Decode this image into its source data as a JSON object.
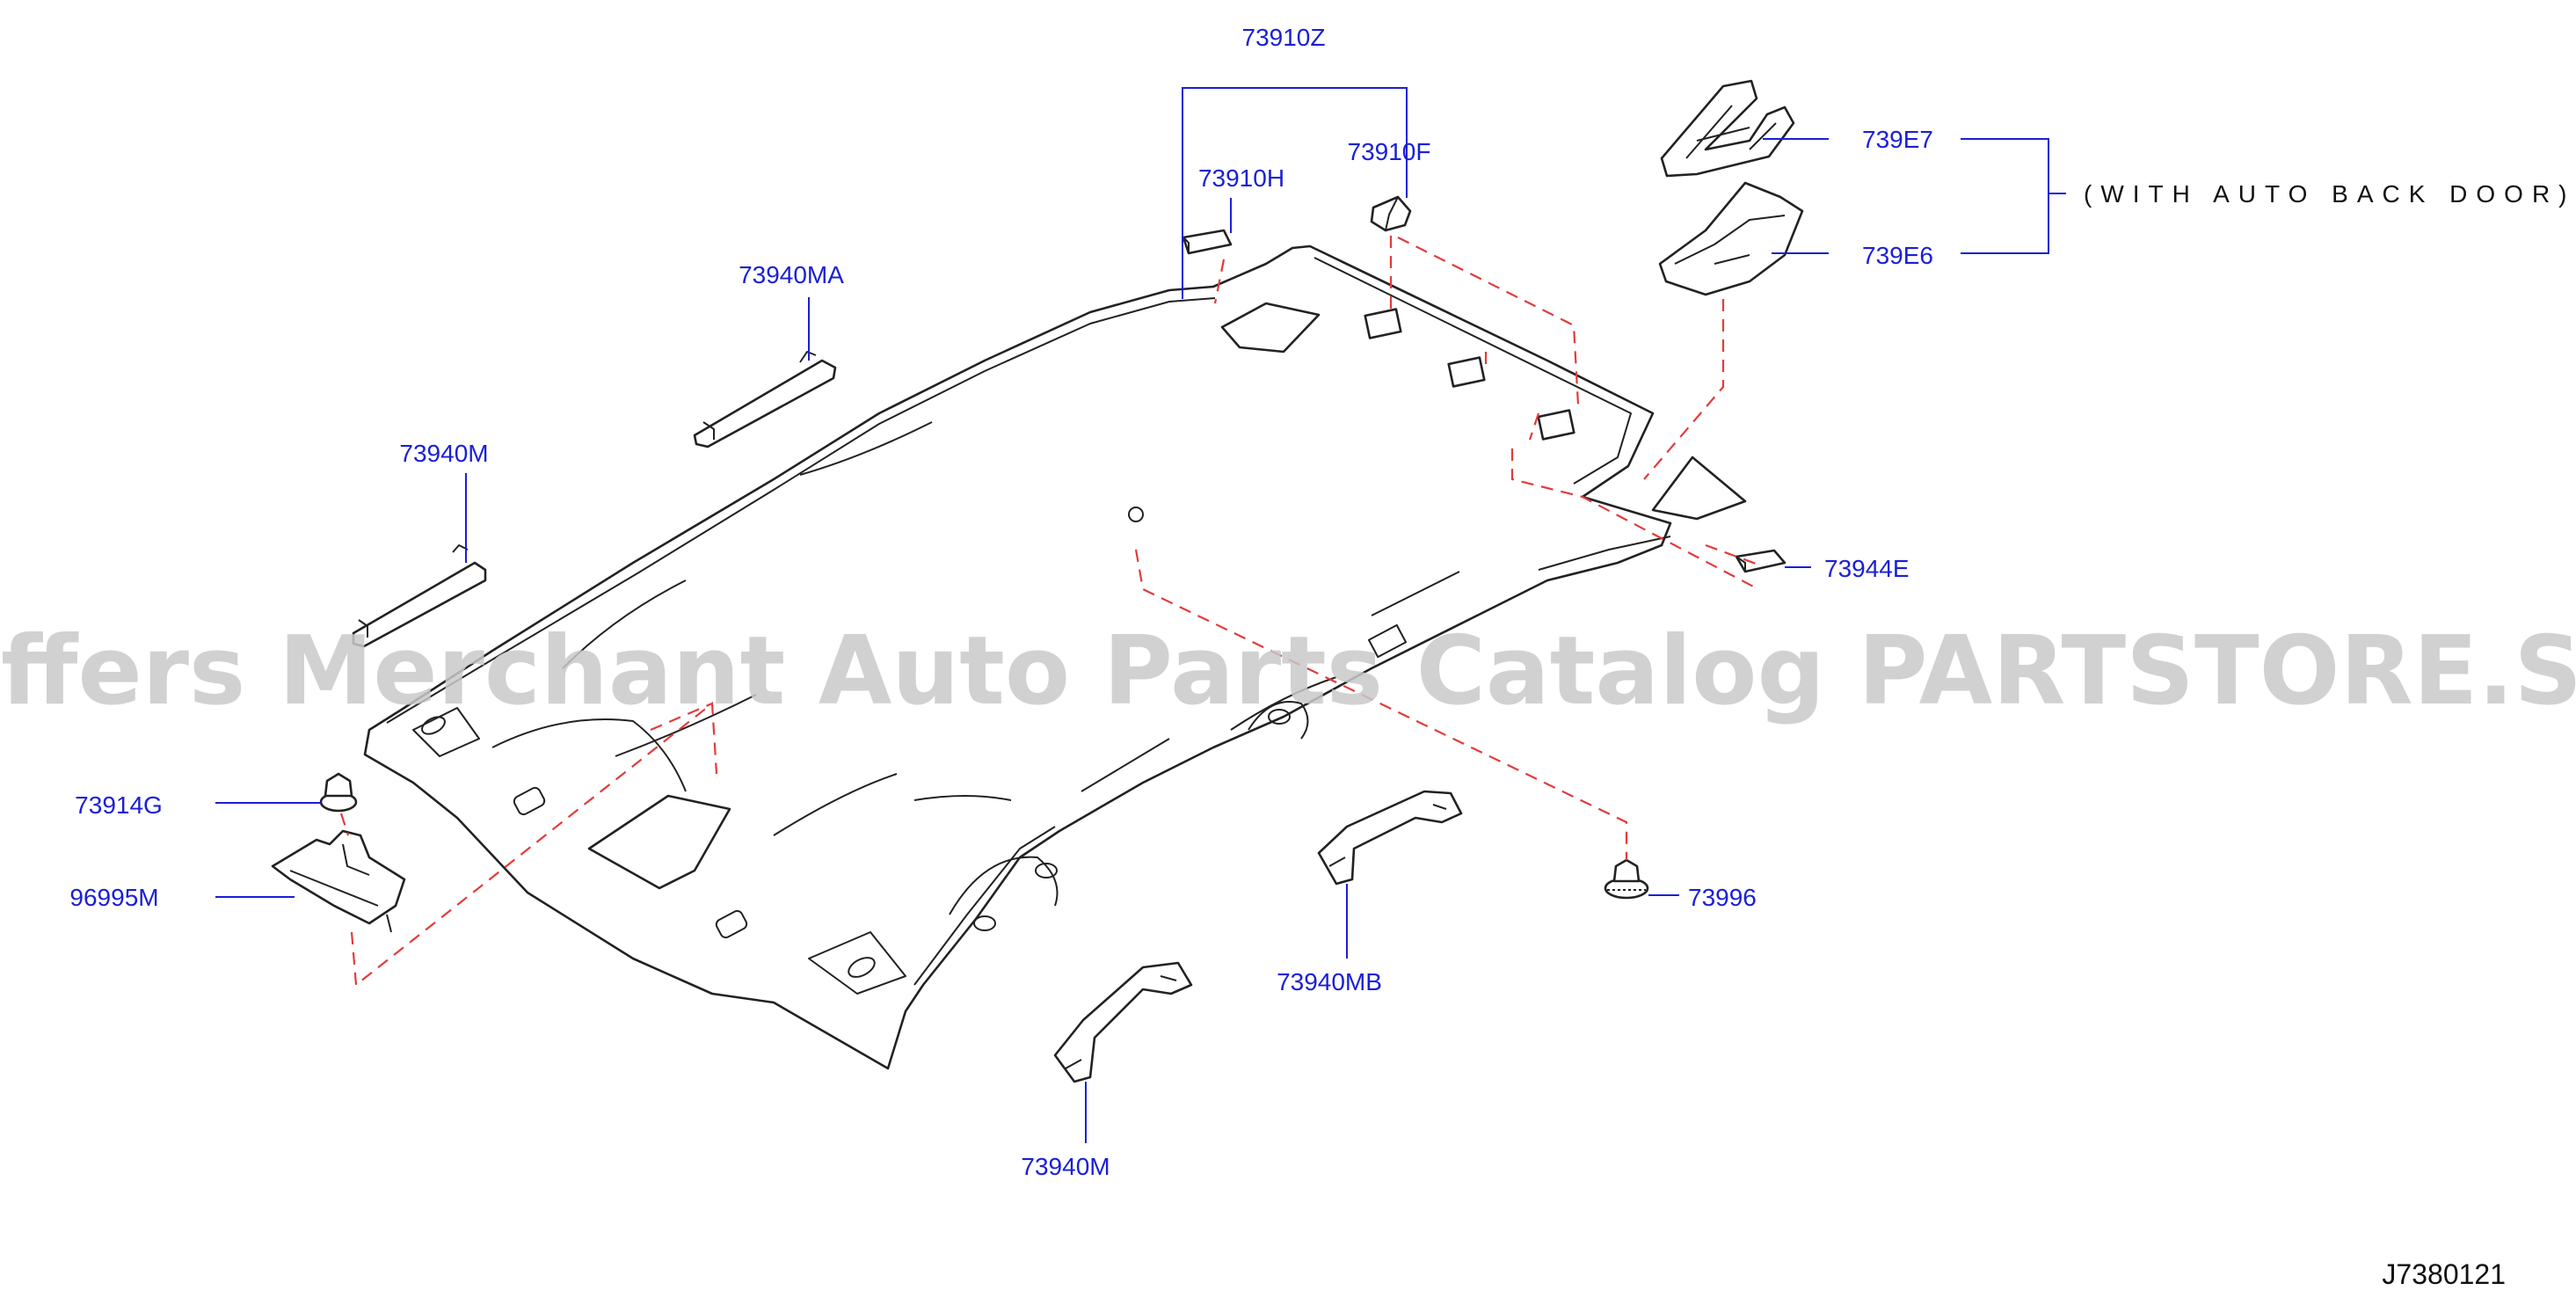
{
  "diagram": {
    "watermark": "Offers Merchant Auto Parts Catalog PARTSTORE.SA",
    "drawing_code": "J7380121",
    "note": "(WITH AUTO BACK DOOR)",
    "colors": {
      "label": "#1a1fd6",
      "leader": "#1a1fd6",
      "dash": "#e23b3b",
      "outline": "#222222",
      "watermark": "#c9c9c9"
    },
    "labels": {
      "p73910Z": "73910Z",
      "p73910H": "73910H",
      "p73910F": "73910F",
      "p739E7": "739E7",
      "p739E6": "739E6",
      "p73940MA": "73940MA",
      "p73940M_top": "73940M",
      "p73944E": "73944E",
      "p73914G": "73914G",
      "p96995M": "96995M",
      "p73996": "73996",
      "p73940MB": "73940MB",
      "p73940M_bottom": "73940M"
    }
  }
}
